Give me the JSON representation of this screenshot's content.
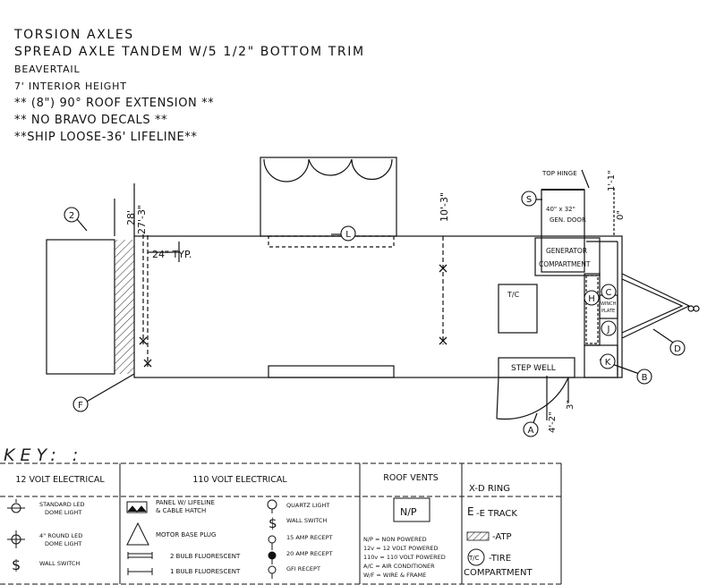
{
  "notes": [
    "TORSION AXLES",
    "SPREAD AXLE TANDEM W/5 1/2\" BOTTOM TRIM",
    "BEAVERTAIL",
    "7' INTERIOR HEIGHT",
    "** (8\") 90° ROOF EXTENSION **",
    "** NO BRAVO DECALS **",
    "**SHIP LOOSE-36' LIFELINE**"
  ],
  "plan": {
    "dim_overall": "28'",
    "dim_interior": "27'-3\"",
    "dim_width": "10'-3\"",
    "dim_typ": "24\" TYP.",
    "top_hinge": "TOP HINGE",
    "dim_1_1": "1'-1\"",
    "dim_0": "0\"",
    "gen_door_size": "40\" x 32\"",
    "gen_door_label": "GEN. DOOR",
    "gen_comp_1": "GENERATOR",
    "gen_comp_2": "COMPARTMENT",
    "tc": "T/C",
    "step_well": "STEP WELL",
    "dim_4_2": "4'-2\"",
    "dim_3": "3\"",
    "winch_1": "WINCH",
    "winch_2": "PLATE",
    "callouts": [
      "2",
      "L",
      "S",
      "H",
      "C",
      "J",
      "K",
      "B",
      "D",
      "F",
      "A"
    ]
  },
  "key": {
    "title": "KEY: :",
    "col12_header": "12 VOLT ELECTRICAL",
    "col110_header": "110 VOLT ELECTRICAL",
    "colroof_header": "ROOF VENTS",
    "c12": [
      {
        "label1": "STANDARD LED",
        "label2": "DOME LIGHT"
      },
      {
        "label1": "4\" ROUND LED",
        "label2": "DOME LIGHT"
      },
      {
        "label1": "WALL SWITCH",
        "label2": ""
      }
    ],
    "c110a": [
      {
        "label1": "PANEL W/ LIFELINE",
        "label2": "& CABLE HATCH"
      },
      {
        "label1": "MOTOR BASE PLUG",
        "label2": ""
      },
      {
        "label1": "2 BULB FLUORESCENT",
        "label2": ""
      },
      {
        "label1": "1 BULB FLUORESCENT",
        "label2": ""
      }
    ],
    "c110b": [
      "QUARTZ LIGHT",
      "WALL SWITCH",
      "15 AMP RECEPT",
      "20 AMP RECEPT",
      "GFI RECEPT"
    ],
    "roof": {
      "np": "N/P",
      "defs": [
        "N/P = NON POWERED",
        "12v = 12 VOLT POWERED",
        "110v = 110 VOLT POWERED",
        "A/C = AIR CONDITIONER",
        "W/F = WIRE & FRAME"
      ]
    },
    "misc": {
      "dring": "X-D RING",
      "etrack": "-E TRACK",
      "etrack_sym": "E",
      "atp": "-ATP",
      "tire_sym": "T/C",
      "tire1": "-TIRE",
      "tire2": "COMPARTMENT"
    },
    "symbols": {
      "dollar": "$"
    }
  }
}
